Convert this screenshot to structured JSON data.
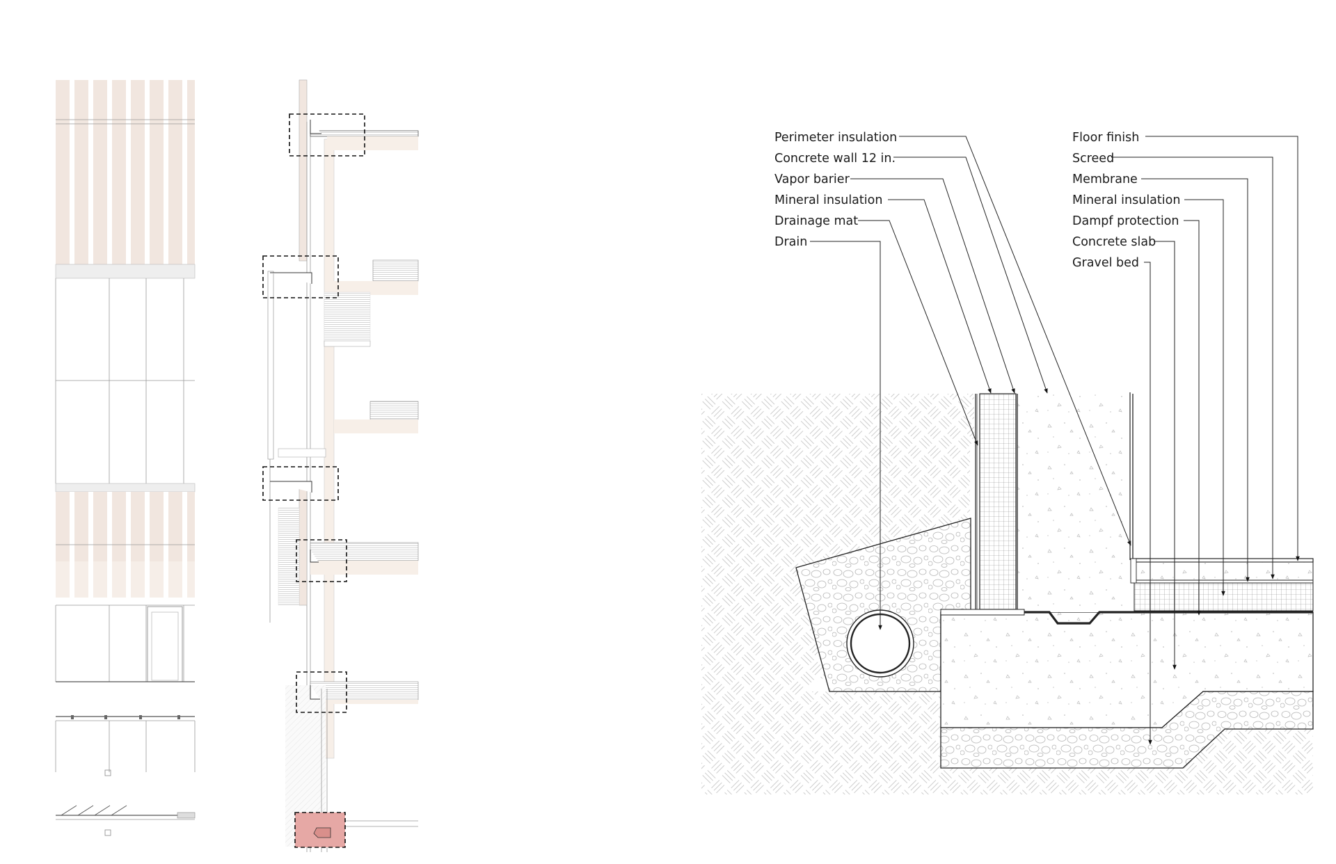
{
  "labels_left": [
    "Perimeter insulation",
    "Concrete wall 12 in.",
    "Vapor barier",
    "Mineral insulation",
    "Drainage mat",
    "Drain"
  ],
  "labels_right": [
    "Floor finish",
    "Screed",
    "Membrane",
    "Mineral insulation",
    "Dampf protection",
    "Concrete slab",
    "Gravel bed"
  ],
  "colors": {
    "cladding": "#f1e6df",
    "wood": "#f7efe8",
    "highlight": "#e6a8a5",
    "line": "#222222",
    "soil_hatch": "#cfcfcf"
  }
}
